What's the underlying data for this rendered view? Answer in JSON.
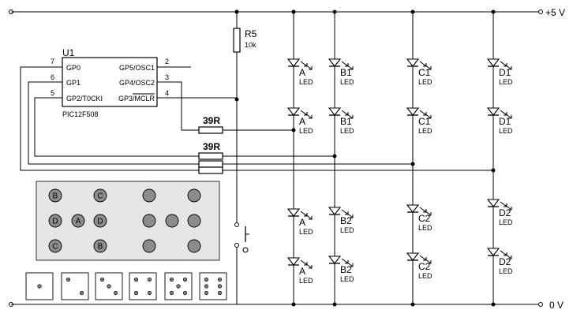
{
  "rails": {
    "top_label": "+5 V",
    "bottom_label": "0 V"
  },
  "ic": {
    "ref": "U1",
    "part": "PIC12F508",
    "pins_left": [
      {
        "num": "7",
        "name": "GP0"
      },
      {
        "num": "6",
        "name": "GP1"
      },
      {
        "num": "5",
        "name": "GP2/T0CKI"
      }
    ],
    "pins_right": [
      {
        "num": "2",
        "name": "GP5/OSC1"
      },
      {
        "num": "3",
        "name": "GP4/OSC2"
      },
      {
        "num": "4",
        "name": "GP3/MCLR"
      }
    ]
  },
  "pullup": {
    "ref": "R5",
    "value": "10k"
  },
  "series_resistors": {
    "value_1": "39R",
    "value_2": "39R"
  },
  "leds": {
    "type_label": "LED",
    "columns": [
      {
        "top": "A",
        "bottom": "A"
      },
      {
        "top": "B1",
        "bottom": "B2"
      },
      {
        "top": "C1",
        "bottom": "C2"
      },
      {
        "top": "D1",
        "bottom": "D2"
      }
    ]
  },
  "die_layout": [
    {
      "label": "B",
      "group": "left"
    },
    {
      "label": "C",
      "group": "left"
    },
    {
      "label": "D",
      "group": "left"
    },
    {
      "label": "A",
      "group": "left"
    },
    {
      "label": "D",
      "group": "left"
    },
    {
      "label": "C",
      "group": "left"
    },
    {
      "label": "B",
      "group": "left"
    }
  ],
  "dice_faces": [
    1,
    2,
    3,
    4,
    5,
    6
  ]
}
